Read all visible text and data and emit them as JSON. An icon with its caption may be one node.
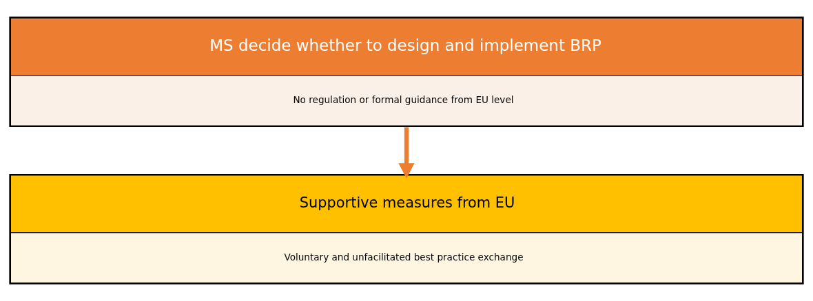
{
  "diagram": {
    "nodes": [
      {
        "text": [
          "MS decide whether to design and implement BRP",
          "No regulation or formal guidance from EU level"
        ]
      },
      {
        "text": [
          "Supportive measures from EU",
          "Voluntary and unfacilitated best practice exchange"
        ]
      }
    ],
    "edges": [
      {
        "from": 0,
        "to": 1,
        "arrow": "to"
      }
    ]
  }
}
